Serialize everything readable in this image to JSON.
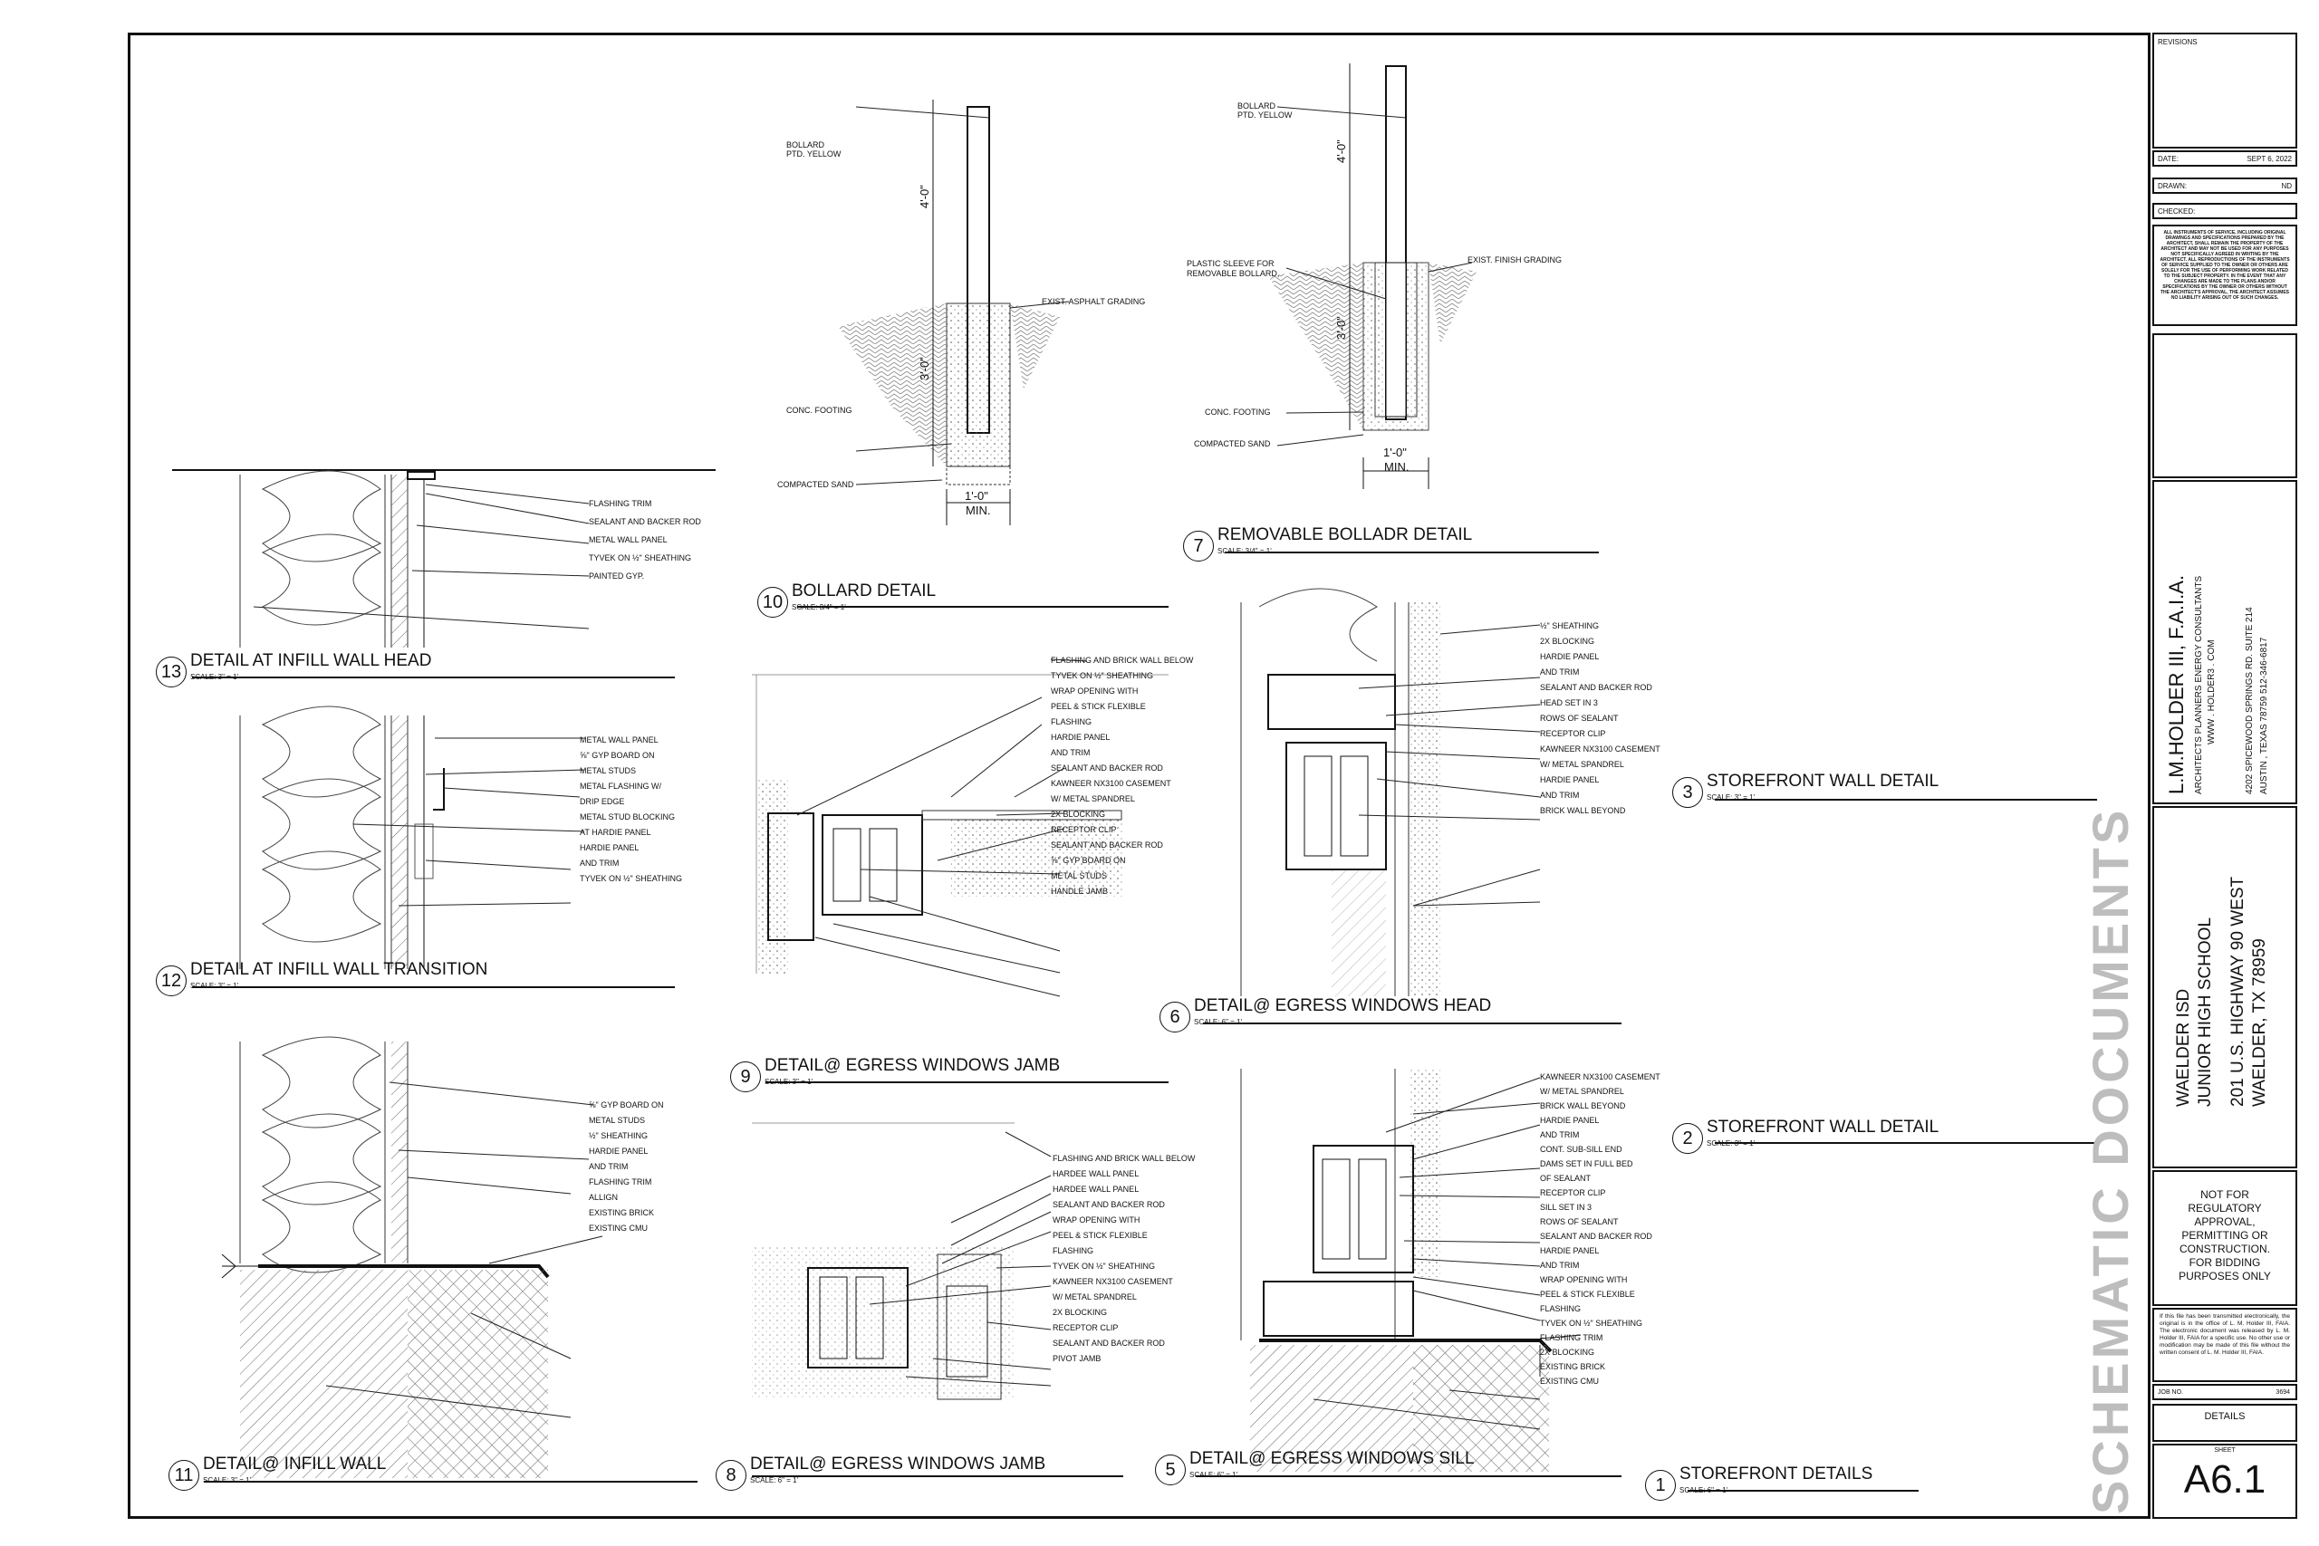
{
  "details": [
    {
      "number": "13",
      "title": "DETAIL AT INFILL WALL HEAD",
      "scale": "SCALE: 3\" = 1'",
      "notes": [
        "FLASHING TRIM",
        "SEALANT AND BACKER ROD",
        "METAL WALL PANEL",
        "TYVEK ON ½\" SHEATHING",
        "PAINTED GYP."
      ]
    },
    {
      "number": "12",
      "title": "DETAIL AT INFILL WALL TRANSITION",
      "scale": "SCALE: 3\" = 1'",
      "notes": [
        "METAL WALL PANEL",
        "⅝\" GYP BOARD ON",
        "METAL STUDS",
        "METAL FLASHING W/",
        "DRIP EDGE",
        "METAL STUD BLOCKING",
        "AT HARDIE PANEL",
        "HARDIE PANEL",
        "AND TRIM",
        "TYVEK ON ½\" SHEATHING"
      ]
    },
    {
      "number": "11",
      "title": "DETAIL@ INFILL WALL",
      "scale": "SCALE: 3\" = 1'",
      "notes": [
        "⅝\" GYP BOARD ON",
        "METAL STUDS",
        "½\" SHEATHING",
        "HARDIE PANEL",
        "AND TRIM",
        "FLASHING TRIM",
        "ALLIGN",
        "EXISTING BRICK",
        "EXISTING CMU"
      ]
    },
    {
      "number": "10",
      "title": "BOLLARD DETAIL",
      "scale": "SCALE: 3/4\" = 1'",
      "notes": [
        "BOLLARD",
        "PTD. YELLOW",
        "EXIST. ASPHALT GRADING",
        "CONC. FOOTING",
        "COMPACTED SAND"
      ],
      "dims": [
        "4'-0\"",
        "3'-0\"",
        "1'-0\"",
        "MIN."
      ]
    },
    {
      "number": "9",
      "title": "DETAIL@ EGRESS WINDOWS JAMB",
      "scale": "SCALE: 3\" = 1'",
      "notes": [
        "FLASHING AND BRICK WALL BELOW",
        "TYVEK ON ½\" SHEATHING",
        "WRAP OPENING WITH",
        "PEEL & STICK FLEXIBLE",
        "FLASHING",
        "HARDIE PANEL",
        "AND TRIM",
        "SEALANT AND BACKER ROD",
        "KAWNEER NX3100 CASEMENT",
        "W/ METAL SPANDREL",
        "2X BLOCKING",
        "RECEPTOR CLIP",
        "SEALANT AND BACKER ROD",
        "⅝\" GYP BOARD ON",
        "METAL STUDS",
        "HANDLE JAMB"
      ]
    },
    {
      "number": "8",
      "title": "DETAIL@ EGRESS WINDOWS JAMB",
      "scale": "SCALE: 6\" = 1'",
      "notes": [
        "FLASHING AND BRICK WALL BELOW",
        "HARDEE WALL PANEL",
        "HARDEE WALL PANEL",
        "SEALANT AND BACKER ROD",
        "WRAP OPENING WITH",
        "PEEL & STICK FLEXIBLE",
        "FLASHING",
        "TYVEK ON ½\" SHEATHING",
        "KAWNEER NX3100 CASEMENT",
        "W/ METAL SPANDREL",
        "2X BLOCKING",
        "RECEPTOR CLIP",
        "SEALANT AND BACKER ROD",
        "PIVOT JAMB"
      ]
    },
    {
      "number": "7",
      "title": "REMOVABLE BOLLADR DETAIL",
      "scale": "SCALE: 3/4\" = 1'",
      "notes": [
        "BOLLARD",
        "PTD. YELLOW",
        "PLASTIC SLEEVE FOR",
        "REMOVABLE BOLLARD,",
        "EXIST. FINISH GRADING",
        "CONC. FOOTING",
        "COMPACTED SAND"
      ],
      "dims": [
        "4'-0\"",
        "3'-0\"",
        "1'-0\"",
        "MIN."
      ]
    },
    {
      "number": "6",
      "title": "DETAIL@ EGRESS WINDOWS HEAD",
      "scale": "SCALE: 6\" = 1'",
      "notes": [
        "½\" SHEATHING",
        "2X BLOCKING",
        "HARDIE PANEL",
        "AND TRIM",
        "SEALANT AND BACKER ROD",
        "HEAD SET IN 3",
        "ROWS OF SEALANT",
        "RECEPTOR CLIP",
        "KAWNEER NX3100 CASEMENT",
        "W/ METAL SPANDREL",
        "HARDIE PANEL",
        "AND TRIM",
        "BRICK WALL BEYOND"
      ]
    },
    {
      "number": "5",
      "title": "DETAIL@ EGRESS WINDOWS SILL",
      "scale": "SCALE: 6\" = 1'",
      "notes": [
        "KAWNEER NX3100 CASEMENT",
        "W/ METAL SPANDREL",
        "BRICK WALL BEYOND",
        "HARDIE PANEL",
        "AND TRIM",
        "CONT. SUB-SILL END",
        "DAMS SET IN FULL BED",
        "OF SEALANT",
        "RECEPTOR CLIP",
        "SILL SET IN 3",
        "ROWS OF SEALANT",
        "SEALANT AND BACKER ROD",
        "HARDIE PANEL",
        "AND TRIM",
        "WRAP OPENING WITH",
        "PEEL & STICK FLEXIBLE",
        "FLASHING",
        "TYVEK ON ½\" SHEATHING",
        "FLASHING TRIM",
        "2X BLOCKING",
        "EXISTING BRICK",
        "EXISTING CMU"
      ]
    },
    {
      "number": "3",
      "title": "STOREFRONT WALL DETAIL",
      "scale": "SCALE: 3\" = 1'",
      "notes": []
    },
    {
      "number": "2",
      "title": "STOREFRONT WALL DETAIL",
      "scale": "SCALE: 3\" = 1'",
      "notes": []
    },
    {
      "number": "1",
      "title": "STOREFRONT DETAILS",
      "scale": "SCALE: 6\" = 1'",
      "notes": []
    }
  ],
  "watermark": "SCHEMATIC DOCUMENTS",
  "title_block": {
    "revisions_label": "REVISIONS",
    "date_label": "DATE:",
    "date_value": "SEPT 6, 2022",
    "drawn_label": "DRAWN:",
    "drawn_value": "ND",
    "checked_label": "CHECKED:",
    "copyright_note": "ALL INSTRUMENTS OF SERVICE, INCLUDING ORIGINAL DRAWINGS AND SPECIFICATIONS PREPARED BY THE ARCHITECT, SHALL REMAIN THE PROPERTY OF THE ARCHITECT AND MAY NOT BE USED FOR ANY PURPOSES NOT SPECIFICALLY AGREED IN WRITING BY THE ARCHITECT. ALL REPRODUCTIONS OF THE INSTRUMENTS OF SERVICE SUPPLIED TO THE OWNER OR OTHERS ARE SOLELY FOR THE USE OF PERFORMING WORK RELATED TO THE SUBJECT PROPERTY. IN THE EVENT THAT ANY CHANGES ARE MADE TO THE PLANS AND/OR SPECIFICATIONS BY THE OWNER OR OTHERS WITHOUT THE ARCHITECT'S APPROVAL, THE ARCHITECT ASSUMES NO LIABILITY ARISING OUT OF SUCH CHANGES.",
    "firm_name": "L.M.HOLDER III, F.A.I.A.",
    "firm_tagline": "ARCHITECTS PLANNERS ENERGY CONSULTANTS",
    "firm_web": "WWW . HOLDER3 . COM",
    "firm_address1": "4202 SPICEWOOD SPRINGS RD. SUITE 214",
    "firm_address2": "AUSTIN , TEXAS  78759  512-346-6817",
    "project_client": "WAELDER ISD",
    "project_name": "JUNIOR HIGH SCHOOL",
    "project_address1": "201 U.S. HIGHWAY 90 WEST",
    "project_address2": "WAELDER, TX 78959",
    "not_for": [
      "NOT FOR",
      "REGULATORY",
      "APPROVAL,",
      "PERMITTING OR",
      "CONSTRUCTION.",
      "FOR BIDDING",
      "PURPOSES ONLY"
    ],
    "transmit_note": "If this file has been transmitted electronically, the original is in the office of L. M. Holder III, FAIA. The electronic document was released by L. M. Holder III, FAIA for a specific use. No other use or modification may be made of this file without the written consent of L. M. Holder III, FAIA.",
    "job_label": "JOB NO.",
    "job_value": "3694",
    "sheet_title": "DETAILS",
    "sheet_label": "SHEET",
    "sheet_number": "A6.1"
  }
}
